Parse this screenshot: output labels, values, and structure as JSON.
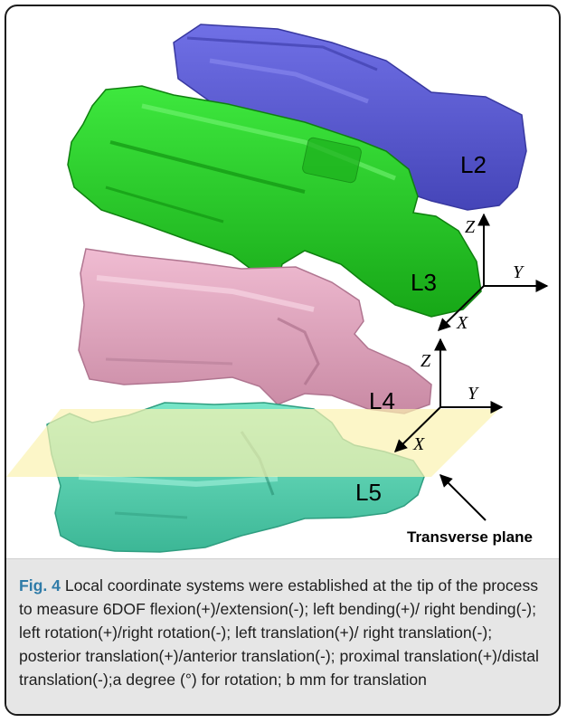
{
  "figure": {
    "vertebra_labels": [
      "L2",
      "L3",
      "L4",
      "L5"
    ],
    "axis_labels": {
      "l3": {
        "z": "Z",
        "y": "Y",
        "x": "X"
      },
      "l4": {
        "z": "Z",
        "y": "Y",
        "x": "X"
      }
    },
    "plane_label": "Transverse plane",
    "colors": {
      "L2": "#5a5ad6",
      "L3": "#22c422",
      "L4": "#e6a8c2",
      "L5": "#5fd6b6",
      "transverse_plane": "#fbf2b0"
    }
  },
  "caption": {
    "label": "Fig. 4",
    "text": "Local coordinate systems were established at the tip of the process to measure 6DOF flexion(+)/extension(-); left bending(+)/ right bending(-); left rotation(+)/right rotation(-); left translation(+)/ right translation(-); posterior translation(+)/anterior translation(-); proximal translation(+)/distal translation(-);a degree (°) for rotation; b mm for translation"
  }
}
